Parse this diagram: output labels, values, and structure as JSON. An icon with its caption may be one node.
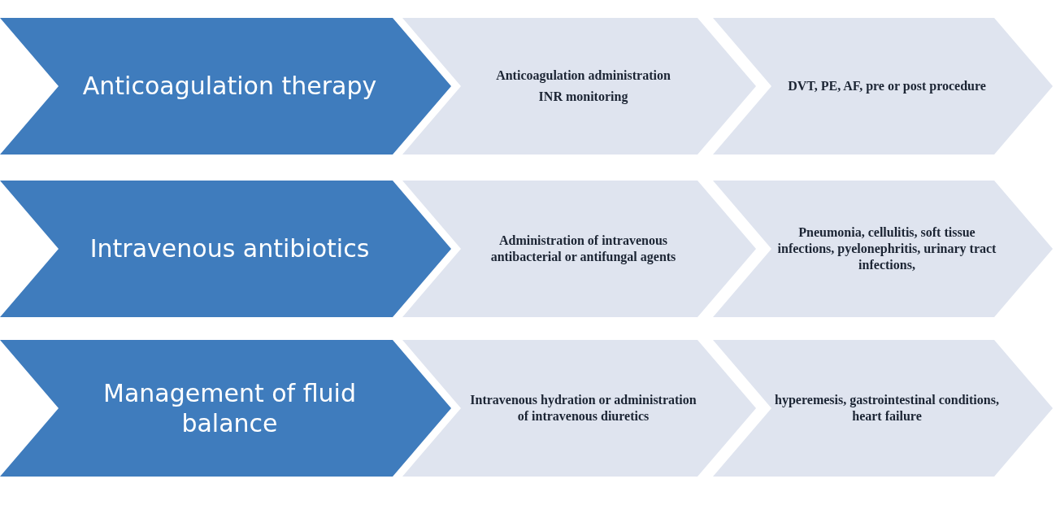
{
  "diagram": {
    "nodes": [
      {
        "text": [
          "Anticoagulation therapy"
        ]
      },
      {
        "text": [
          "Anticoagulation administration",
          "INR monitoring"
        ]
      },
      {
        "text": [
          "DVT, PE, AF, pre or post procedure"
        ]
      },
      {
        "text": [
          "Intravenous antibiotics"
        ]
      },
      {
        "text": [
          "Administration of intravenous antibacterial or antifungal agents"
        ]
      },
      {
        "text": [
          "Pneumonia, cellulitis, soft tissue infections, pyelonephritis, urinary tract infections,"
        ]
      },
      {
        "text": [
          "Management of fluid balance"
        ]
      },
      {
        "text": [
          "Intravenous hydration or administration of intravenous diuretics"
        ]
      },
      {
        "text": [
          "hyperemesis, gastrointestinal conditions, heart failure"
        ]
      }
    ],
    "edges": []
  }
}
